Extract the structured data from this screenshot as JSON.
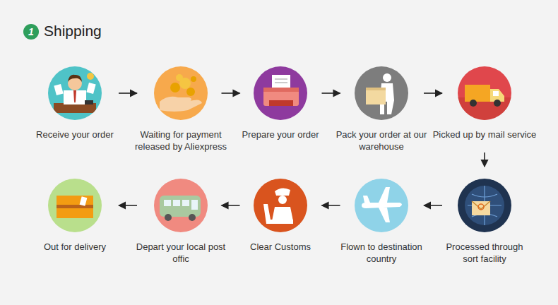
{
  "diagram": {
    "title": "Shipping",
    "nodes": [
      {
        "text": [
          "1"
        ]
      },
      {
        "text": [
          "Receive your order"
        ]
      },
      {
        "text": [
          "Waiting for payment released by Aliexpress"
        ]
      },
      {
        "text": [
          "Prepare your order"
        ]
      },
      {
        "text": [
          "Pack your order at our warehouse"
        ]
      },
      {
        "text": [
          "Picked up by mail service"
        ]
      },
      {
        "text": [
          "Processed through sort facility"
        ]
      },
      {
        "text": [
          "Flown to destination country"
        ]
      },
      {
        "text": [
          "Clear Customs"
        ]
      },
      {
        "text": [
          "Depart your local post offic"
        ]
      },
      {
        "text": [
          "Out for delivery"
        ]
      }
    ],
    "edges": [
      {
        "from": 1,
        "to": 2,
        "arrow": "to"
      },
      {
        "from": 2,
        "to": 3,
        "arrow": "to"
      },
      {
        "from": 3,
        "to": 4,
        "arrow": "to"
      },
      {
        "from": 4,
        "to": 5,
        "arrow": "to"
      },
      {
        "from": 5,
        "to": 6,
        "arrow": "to"
      },
      {
        "from": 6,
        "to": 7,
        "arrow": "to"
      },
      {
        "from": 7,
        "to": 8,
        "arrow": "to"
      },
      {
        "from": 8,
        "to": 9,
        "arrow": "to"
      },
      {
        "from": 9,
        "to": 10,
        "arrow": "to"
      }
    ]
  }
}
